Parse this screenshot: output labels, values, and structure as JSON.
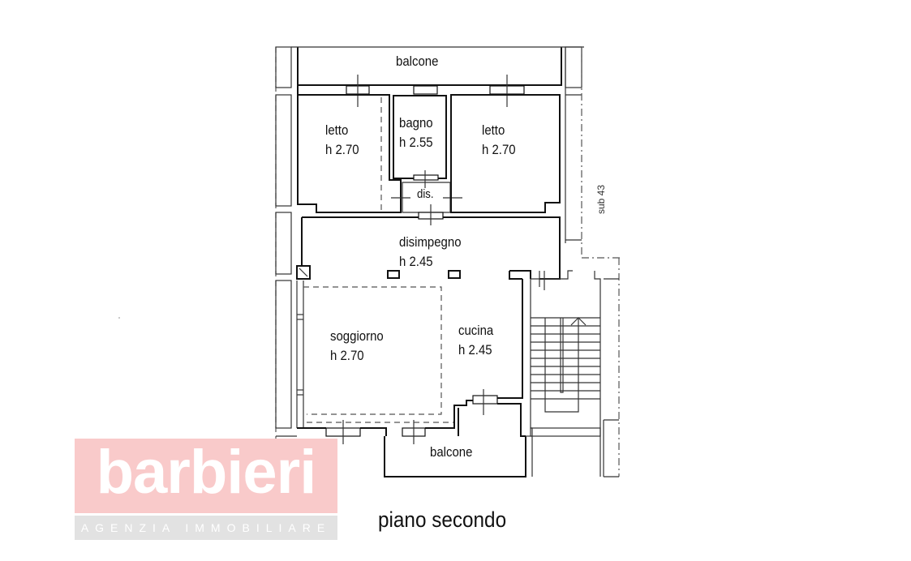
{
  "plan": {
    "caption": "piano secondo",
    "neighbor_label": "sub 43",
    "rooms": [
      {
        "id": "balcone-top",
        "name": "balcone",
        "height": ""
      },
      {
        "id": "letto-left",
        "name": "letto",
        "height": "h 2.70"
      },
      {
        "id": "bagno",
        "name": "bagno",
        "height": "h 2.55"
      },
      {
        "id": "letto-right",
        "name": "letto",
        "height": "h 2.70"
      },
      {
        "id": "dis",
        "name": "dis.",
        "height": ""
      },
      {
        "id": "disimpegno",
        "name": "disimpegno",
        "height": "h 2.45"
      },
      {
        "id": "soggiorno",
        "name": "soggiorno",
        "height": "h 2.70"
      },
      {
        "id": "cucina",
        "name": "cucina",
        "height": "h 2.45"
      },
      {
        "id": "balcone-bottom",
        "name": "balcone",
        "height": ""
      }
    ]
  },
  "logo": {
    "name": "barbieri",
    "subtitle": "AGENZIA IMMOBILIARE",
    "colors": {
      "top_band": "#f9caca",
      "bottom_band": "#e2e2e2",
      "text": "#ffffff"
    }
  }
}
